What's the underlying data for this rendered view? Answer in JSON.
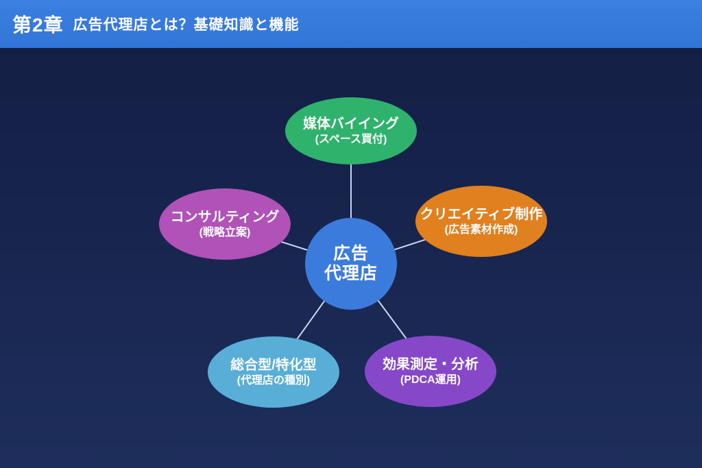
{
  "header": {
    "chapter": "第2章",
    "title": "広告代理店とは？基礎知識と機能",
    "bg_color": "#3478db",
    "text_color": "#ffffff"
  },
  "diagram": {
    "background_top_color": "#141f45",
    "background_bottom_color": "#1e2e5c",
    "connector_color": "#c9d9f2",
    "center": {
      "label_line1": "広告",
      "label_line2": "代理店",
      "color": "#3a7bdc"
    },
    "nodes": [
      {
        "id": "media-buying",
        "label": "媒体バイイング",
        "sublabel": "(スペース買付)",
        "color": "#2fb36c"
      },
      {
        "id": "consulting",
        "label": "コンサルティング",
        "sublabel": "(戦略立案)",
        "color": "#b052b8"
      },
      {
        "id": "creative",
        "label": "クリエイティブ制作",
        "sublabel": "(広告素材作成)",
        "color": "#e0801f"
      },
      {
        "id": "agency-types",
        "label": "総合型/特化型",
        "sublabel": "(代理店の種別)",
        "color": "#58aed7"
      },
      {
        "id": "measurement",
        "label": "効果測定・分析",
        "sublabel": "(PDCA運用)",
        "color": "#8747c9"
      }
    ]
  }
}
